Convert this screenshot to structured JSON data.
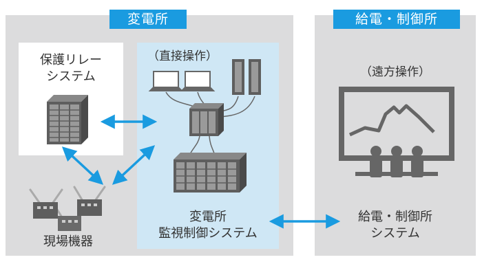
{
  "substation": {
    "badge": "変電所",
    "protection": {
      "line1": "保護リレー",
      "line2": "システム"
    },
    "field": {
      "label": "現場機器"
    },
    "direct_op": "（直接操作）",
    "monitor": {
      "line1": "変電所",
      "line2": "監視制御システム"
    }
  },
  "dispatch": {
    "badge": "給電・制御所",
    "remote_op": "（遠方操作）",
    "system": {
      "line1": "給電・制御所",
      "line2": "システム"
    }
  },
  "colors": {
    "accent": "#1a9be0",
    "panel": "#dcdcdd",
    "blue_area": "#cfe7f5",
    "icon": "#666666"
  },
  "icons": [
    "server-rack-icon",
    "laptop-icon",
    "field-equipment-icon",
    "display-screen-icon",
    "operators-icon",
    "double-arrow-icon"
  ]
}
